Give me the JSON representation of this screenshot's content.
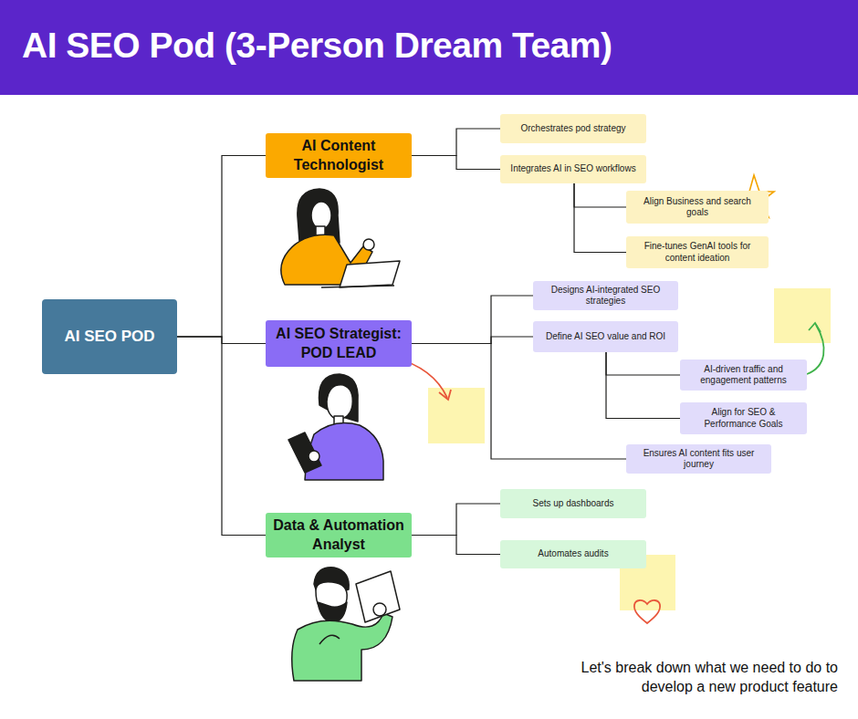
{
  "diagram": {
    "title": "AI SEO Pod (3-Person Dream Team)",
    "nodes": [
      {
        "text": [
          "AI SEO POD"
        ]
      },
      {
        "text": [
          "AI Content Technologist"
        ]
      },
      {
        "text": [
          "Orchestrates pod strategy"
        ]
      },
      {
        "text": [
          "Integrates AI in SEO workflows"
        ]
      },
      {
        "text": [
          "Align Business and search goals"
        ]
      },
      {
        "text": [
          "Fine-tunes GenAI tools for content ideation"
        ]
      },
      {
        "text": [
          "AI SEO Strategist: POD LEAD"
        ]
      },
      {
        "text": [
          "Designs AI-integrated SEO strategies"
        ]
      },
      {
        "text": [
          "Define AI SEO value and ROI"
        ]
      },
      {
        "text": [
          "AI-driven traffic and engagement patterns"
        ]
      },
      {
        "text": [
          "Align for SEO & Performance Goals"
        ]
      },
      {
        "text": [
          "Ensures AI content fits user journey"
        ]
      },
      {
        "text": [
          "Data & Automation Analyst"
        ]
      },
      {
        "text": [
          "Sets up dashboards"
        ]
      },
      {
        "text": [
          "Automates audits"
        ]
      }
    ],
    "edges": [
      {
        "from": 0,
        "to": 1,
        "arrow": "none"
      },
      {
        "from": 0,
        "to": 6,
        "arrow": "none"
      },
      {
        "from": 0,
        "to": 12,
        "arrow": "none"
      },
      {
        "from": 1,
        "to": 2,
        "arrow": "none"
      },
      {
        "from": 1,
        "to": 3,
        "arrow": "none"
      },
      {
        "from": 3,
        "to": 4,
        "arrow": "none"
      },
      {
        "from": 3,
        "to": 5,
        "arrow": "none"
      },
      {
        "from": 6,
        "to": 7,
        "arrow": "none"
      },
      {
        "from": 6,
        "to": 8,
        "arrow": "none"
      },
      {
        "from": 6,
        "to": 11,
        "arrow": "none"
      },
      {
        "from": 8,
        "to": 9,
        "arrow": "none"
      },
      {
        "from": 8,
        "to": 10,
        "arrow": "none"
      },
      {
        "from": 12,
        "to": 13,
        "arrow": "none"
      },
      {
        "from": 12,
        "to": 14,
        "arrow": "none"
      }
    ],
    "labels": [
      "Let's break down what we need to do to develop a new product feature"
    ]
  }
}
